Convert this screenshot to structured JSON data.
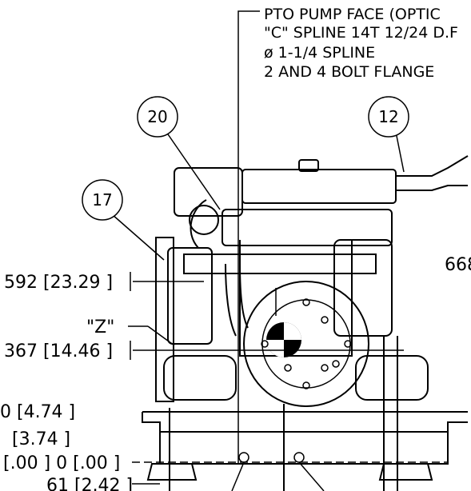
{
  "pto_note": {
    "line1": "PTO PUMP FACE (OPTIC",
    "line2": "\"C\" SPLINE 14T 12/24 D.F",
    "line3": "ø  1-1/4 SPLINE",
    "line4": "2 AND 4 BOLT FLANGE"
  },
  "balloons": {
    "b20": "20",
    "b12": "12",
    "b17": "17"
  },
  "dimensions": {
    "d592": "592  [23.29 ]",
    "z_label": "\"Z\"",
    "d367": "367  [14.46 ]",
    "d4_74": "0  [4.74 ]",
    "d3_74": "[3.74 ]",
    "d0": "[.00 ]  0  [.00 ]",
    "d61": "61  [2.42 ]",
    "d668": "668"
  }
}
